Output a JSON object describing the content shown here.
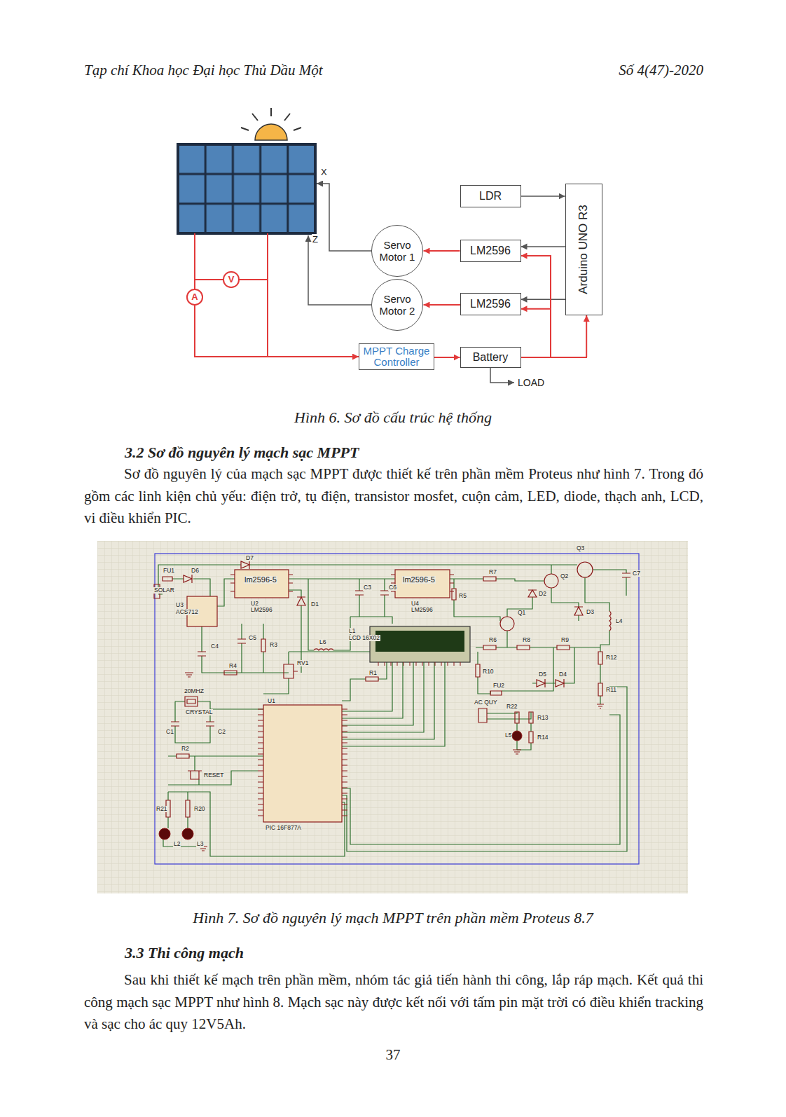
{
  "diagram": {
    "caption": "Hình 6. Sơ đồ cấu trúc hệ thống",
    "nodes": [
      {
        "text": [
          "LDR"
        ]
      },
      {
        "text": [
          "Arduino UNO R3"
        ]
      },
      {
        "text": [
          "Servo Motor 1"
        ]
      },
      {
        "text": [
          "LM2596"
        ]
      },
      {
        "text": [
          "Servo Motor 2"
        ]
      },
      {
        "text": [
          "LM2596"
        ]
      },
      {
        "text": [
          "V"
        ]
      },
      {
        "text": [
          "A"
        ]
      },
      {
        "text": [
          "MPPT Charge Controller"
        ]
      },
      {
        "text": [
          "Battery"
        ]
      }
    ],
    "edges": [
      {
        "from": 0,
        "to": 1,
        "arrow": "to"
      },
      {
        "from": 1,
        "to": 3,
        "arrow": "to"
      },
      {
        "from": 1,
        "to": 5,
        "arrow": "to"
      },
      {
        "from": 3,
        "to": 2,
        "arrow": "to"
      },
      {
        "from": 5,
        "to": 4,
        "arrow": "to"
      },
      {
        "from": 9,
        "to": 1,
        "arrow": "to"
      },
      {
        "from": 9,
        "to": 3,
        "arrow": "to"
      },
      {
        "from": 9,
        "to": 5,
        "arrow": "to"
      },
      {
        "from": 8,
        "to": 9,
        "arrow": "to"
      },
      {
        "from": 7,
        "to": 8,
        "arrow": "to"
      }
    ],
    "labels": [
      "Tạp chí Khoa học Đại học Thủ Dầu Một",
      "Số 4(47)-2020",
      "X",
      "Z",
      "LOAD",
      "3.2 Sơ đồ nguyên lý mạch sạc MPPT",
      "Sơ đồ nguyên lý của mạch sạc MPPT được thiết kế trên phần mềm Proteus như hình 7. Trong đó gồm các linh kiện chủ yếu: điện trở, tụ điện, transistor mosfet, cuộn cảm, LED, diode, thạch anh, LCD, vi điều khiển PIC.",
      "FU1",
      "D6",
      "SOLAR",
      "U3",
      "ACS712",
      "D7",
      "lm2596-5",
      "U2",
      "LM2596",
      "D1",
      "C3",
      "C6",
      "lm2596-5",
      "U4",
      "LM2596",
      "R5",
      "R7",
      "Q2",
      "Q3",
      "C7",
      "D2",
      "Q1",
      "D3",
      "L4",
      "L1",
      "LCD 16X02",
      "L6",
      "C5",
      "R3",
      "C4",
      "R4",
      "RV1",
      "R1",
      "R6",
      "R8",
      "R9",
      "R12",
      "R10",
      "R11",
      "FU2",
      "D5",
      "D4",
      "AC QUY",
      "R22",
      "R13",
      "L5",
      "R14",
      "20MHZ",
      "CRYSTAL",
      "C1",
      "C2",
      "U1",
      "R2",
      "RESET",
      "PIC 16F877A",
      "R21",
      "R20",
      "L2",
      "L3",
      "Hình 7. Sơ đồ nguyên lý mạch MPPT trên phần mềm Proteus 8.7",
      "3.3 Thi công mạch",
      "Sau khi thiết kế mạch trên phần mềm, nhóm tác giả tiến hành thi công, lắp ráp mạch. Kết quả thi công mạch sạc MPPT như hình 8. Mạch sạc này được kết nối với tấm pin mặt trời có điều khiển tracking và sạc cho ác quy 12V5Ah.",
      "37"
    ]
  }
}
